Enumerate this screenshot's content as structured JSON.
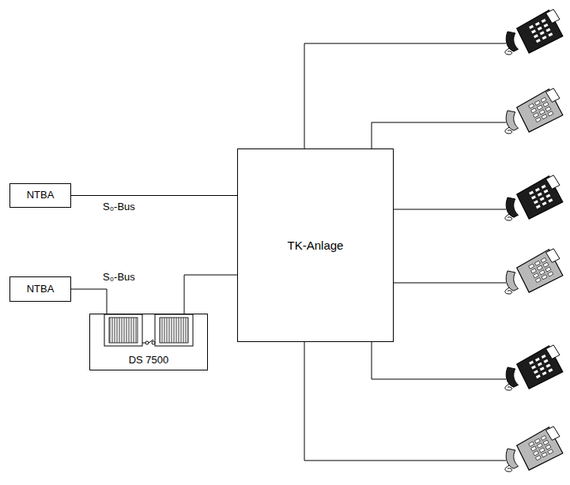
{
  "diagram": {
    "nodes": [
      {
        "text": [
          "NTBA"
        ]
      },
      {
        "text": [
          "NTBA"
        ]
      },
      {
        "text": [
          "DS 7500"
        ]
      },
      {
        "text": [
          "TK-Anlage"
        ]
      }
    ],
    "edges": [
      {
        "from": 0,
        "to": 3,
        "label": "S₀-Bus",
        "arrow": "none"
      },
      {
        "from": 1,
        "to": 2,
        "label": "S₀-Bus",
        "arrow": "none"
      },
      {
        "from": 2,
        "to": 3,
        "arrow": "none"
      }
    ]
  }
}
